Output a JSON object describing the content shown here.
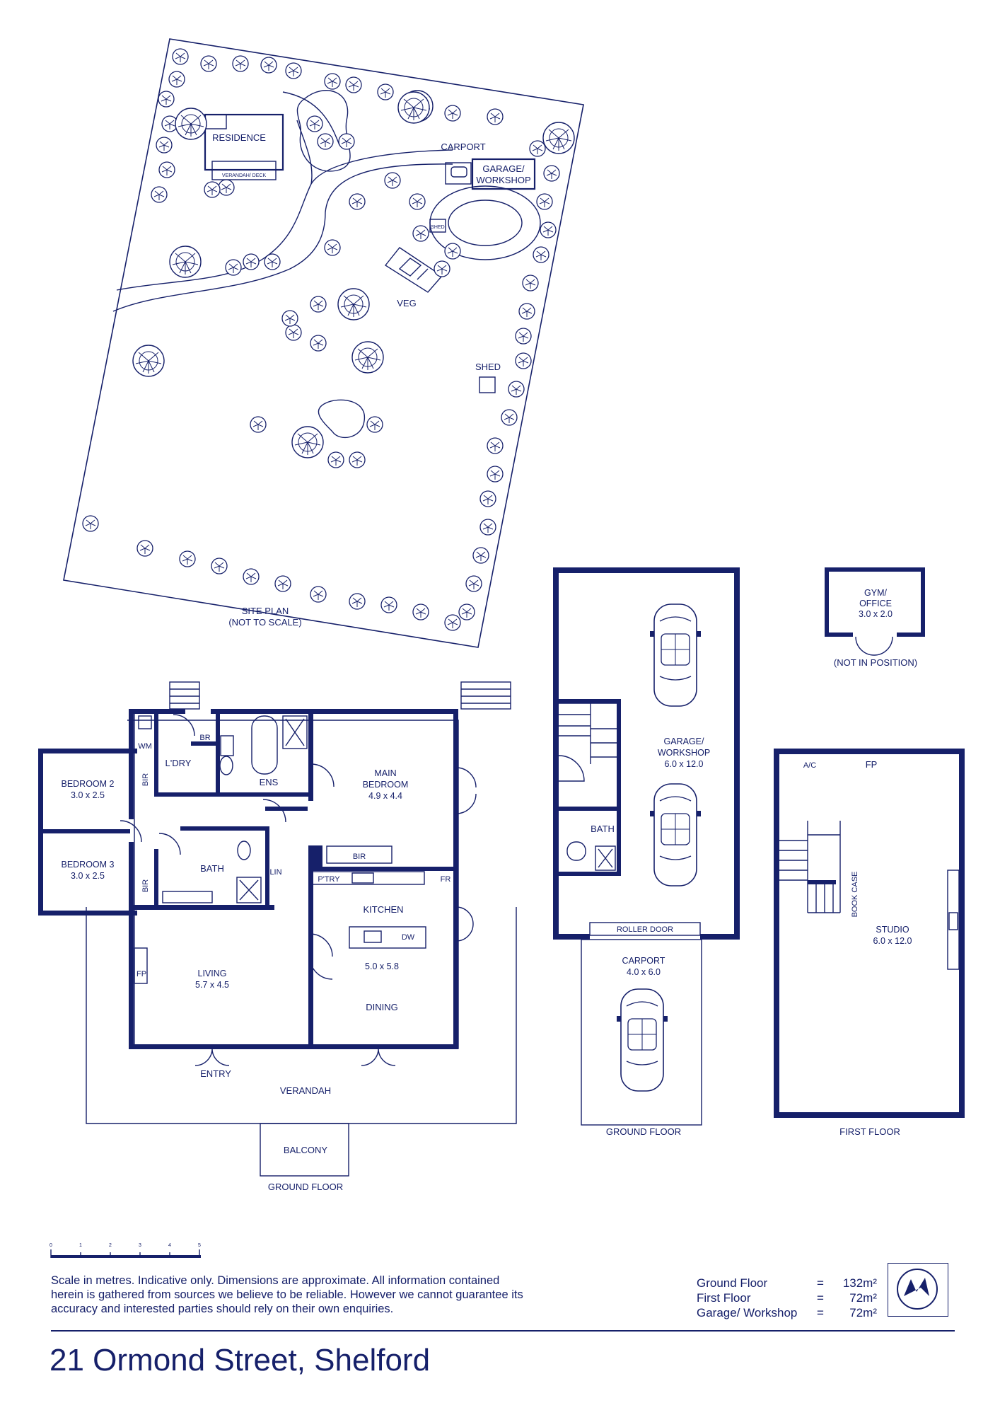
{
  "site_plan": {
    "labels": {
      "residence": "RESIDENCE",
      "verandah_deck": "VERANDAH/ DECK",
      "carport": "CARPORT",
      "garage_line1": "GARAGE/",
      "garage_line2": "WORKSHOP",
      "shed_small": "SHED",
      "veg": "VEG",
      "shed": "SHED"
    },
    "caption_line1": "SITE PLAN",
    "caption_line2": "(NOT TO SCALE)"
  },
  "house": {
    "rooms": {
      "bedroom2": "BEDROOM 2",
      "bedroom2_dim": "3.0 x 2.5",
      "bedroom3": "BEDROOM 3",
      "bedroom3_dim": "3.0 x 2.5",
      "wm": "WM",
      "br": "BR",
      "ldry": "L'DRY",
      "bir1": "BIR",
      "bir2": "BIR",
      "bir3": "BIR",
      "ens": "ENS",
      "main_bedroom_line1": "MAIN",
      "main_bedroom_line2": "BEDROOM",
      "main_bedroom_dim": "4.9 x 4.4",
      "bath": "BATH",
      "lin": "LIN",
      "ptry": "P'TRY",
      "fr": "FR",
      "kitchen": "KITCHEN",
      "dw": "DW",
      "kitchen_dim": "5.0 x 5.8",
      "dining": "DINING",
      "fp": "FP",
      "living": "LIVING",
      "living_dim": "5.7 x 4.5",
      "entry": "ENTRY",
      "verandah": "VERANDAH",
      "balcony": "BALCONY"
    },
    "caption": "GROUND FLOOR"
  },
  "garage": {
    "name_line1": "GARAGE/",
    "name_line2": "WORKSHOP",
    "dim": "6.0 x 12.0",
    "bath": "BATH",
    "roller_door": "ROLLER DOOR",
    "carport": "CARPORT",
    "carport_dim": "4.0 x 6.0",
    "caption": "GROUND FLOOR"
  },
  "gym": {
    "line1": "GYM/",
    "line2": "OFFICE",
    "dim": "3.0 x 2.0",
    "note": "(NOT IN POSITION)"
  },
  "studio": {
    "ac": "A/C",
    "fp": "FP",
    "book_case": "BOOK CASE",
    "name": "STUDIO",
    "dim": "6.0 x 12.0",
    "caption": "FIRST FLOOR"
  },
  "scale": {
    "ticks": [
      "0",
      "1",
      "2",
      "3",
      "4",
      "5"
    ]
  },
  "disclaimer": [
    "Scale in metres. Indicative only. Dimensions are approximate. All information contained",
    "herein is gathered from sources we believe to be reliable. However we cannot guarantee its",
    "accuracy and interested parties should rely on their own enquiries."
  ],
  "areas": [
    {
      "name": "Ground Floor",
      "eq": "=",
      "value": "132m²"
    },
    {
      "name": "First Floor",
      "eq": "=",
      "value": "72m²"
    },
    {
      "name": "Garage/ Workshop",
      "eq": "=",
      "value": "72m²"
    }
  ],
  "address": "21 Ormond Street, Shelford",
  "colors": {
    "ink": "#16206a",
    "background": "#ffffff"
  },
  "icons": [
    "tree-icon",
    "car-icon",
    "compass-logo-icon",
    "door-swing-icon",
    "stairs-icon",
    "shower-icon",
    "toilet-icon",
    "bath-icon"
  ]
}
